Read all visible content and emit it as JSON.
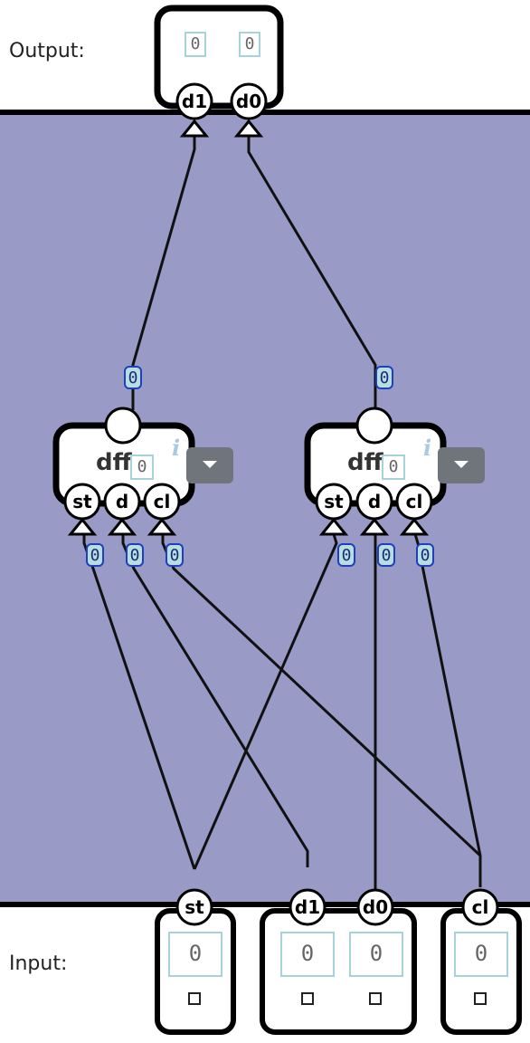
{
  "labels": {
    "output": "Output:",
    "input": "Input:"
  },
  "output_ports": [
    "d1",
    "d0"
  ],
  "output_values": [
    "0",
    "0"
  ],
  "gates": [
    {
      "name": "dff",
      "value": "0",
      "ports": [
        "st",
        "d",
        "cl"
      ],
      "wire_values": [
        "0",
        "0",
        "0"
      ],
      "out_value": "0"
    },
    {
      "name": "dff",
      "value": "0",
      "ports": [
        "st",
        "d",
        "cl"
      ],
      "wire_values": [
        "0",
        "0",
        "0"
      ],
      "out_value": "0"
    }
  ],
  "input_ports": [
    "st",
    "d1",
    "d0",
    "cl"
  ],
  "input_values": [
    "0",
    "0",
    "0",
    "0"
  ],
  "colors": {
    "board": "#9a9ac6",
    "wire": "#111111",
    "pill_fill": "#b7dfe0",
    "pill_border": "#1f3fbf"
  }
}
